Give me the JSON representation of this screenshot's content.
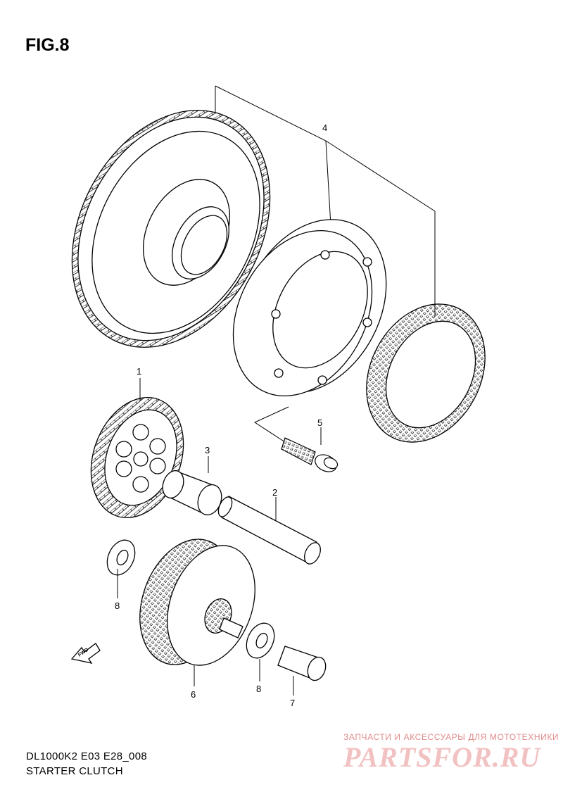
{
  "figure": {
    "title": "FIG.8",
    "model_code": "DL1000K2 E03 E28_008",
    "name": "STARTER CLUTCH"
  },
  "parts": [
    {
      "callout": "1"
    },
    {
      "callout": "2"
    },
    {
      "callout": "3"
    },
    {
      "callout": "4"
    },
    {
      "callout": "5"
    },
    {
      "callout": "6"
    },
    {
      "callout": "7"
    },
    {
      "callout": "8"
    },
    {
      "callout": "8"
    }
  ],
  "direction_arrow": {
    "label": "FWD"
  },
  "watermark": {
    "tagline": "ЗАПЧАСТИ И АКСЕССУАРЫ ДЛЯ МОТОТЕХНИКИ",
    "logo": "PARTSFOR.RU"
  }
}
